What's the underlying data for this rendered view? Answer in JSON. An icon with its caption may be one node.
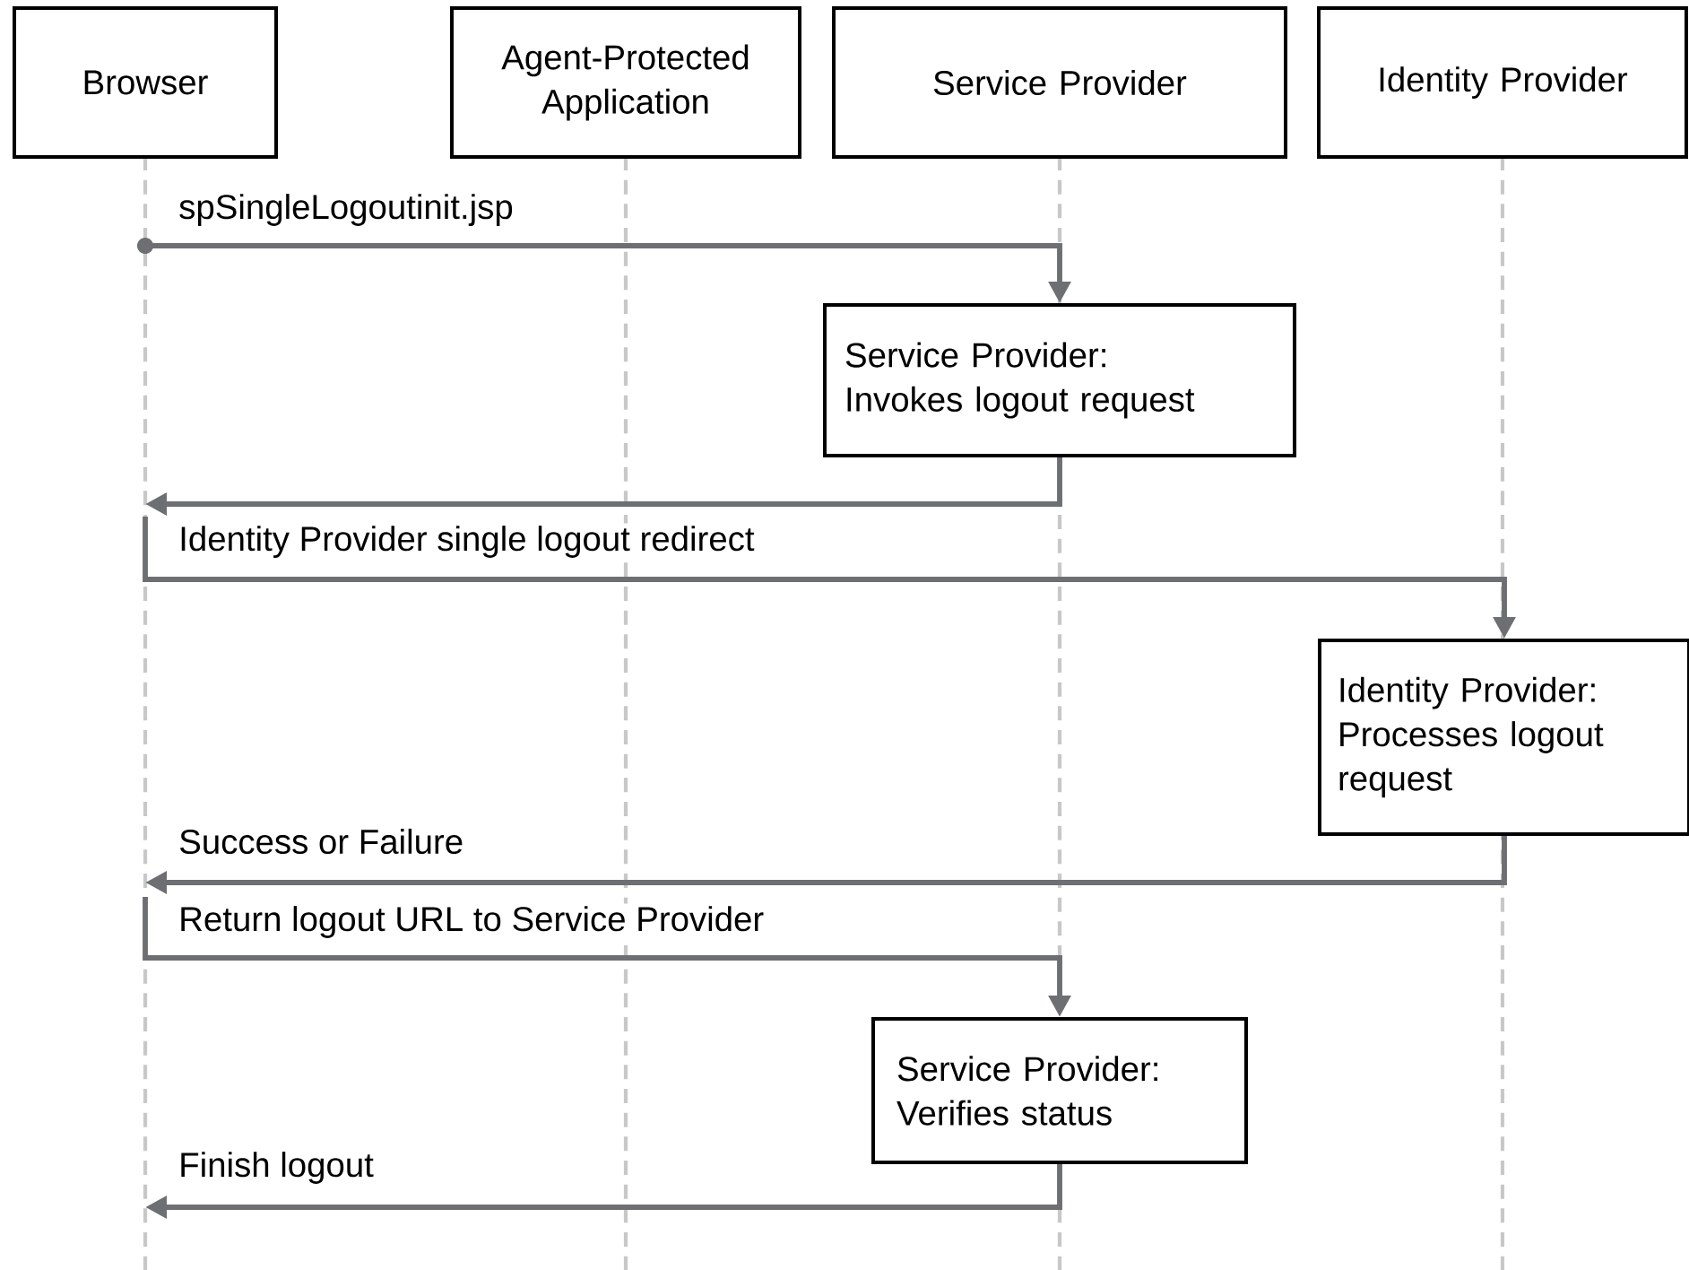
{
  "diagram": {
    "nodes": [
      {
        "text": [
          "Browser"
        ]
      },
      {
        "text": [
          "Agent-Protected Application"
        ]
      },
      {
        "text": [
          "Service Provider"
        ]
      },
      {
        "text": [
          "Identity Provider"
        ]
      },
      {
        "text": [
          "Service Provider:",
          "Invokes logout request"
        ]
      },
      {
        "text": [
          "Identity Provider:",
          "Processes logout request"
        ]
      },
      {
        "text": [
          "Service Provider:",
          "Verifies status"
        ]
      }
    ],
    "edges": [
      {
        "from": 0,
        "to": 4,
        "arrow": "to",
        "label": "spSingleLogoutinit.jsp"
      },
      {
        "from": 4,
        "to": 0,
        "arrow": "to"
      },
      {
        "from": 0,
        "to": 5,
        "arrow": "to",
        "label": "Identity Provider single logout redirect"
      },
      {
        "from": 5,
        "to": 0,
        "arrow": "to",
        "label": "Success or Failure"
      },
      {
        "from": 0,
        "to": 6,
        "arrow": "to",
        "label": "Return logout URL to Service Provider"
      },
      {
        "from": 6,
        "to": 0,
        "arrow": "to",
        "label": "Finish logout"
      }
    ]
  }
}
